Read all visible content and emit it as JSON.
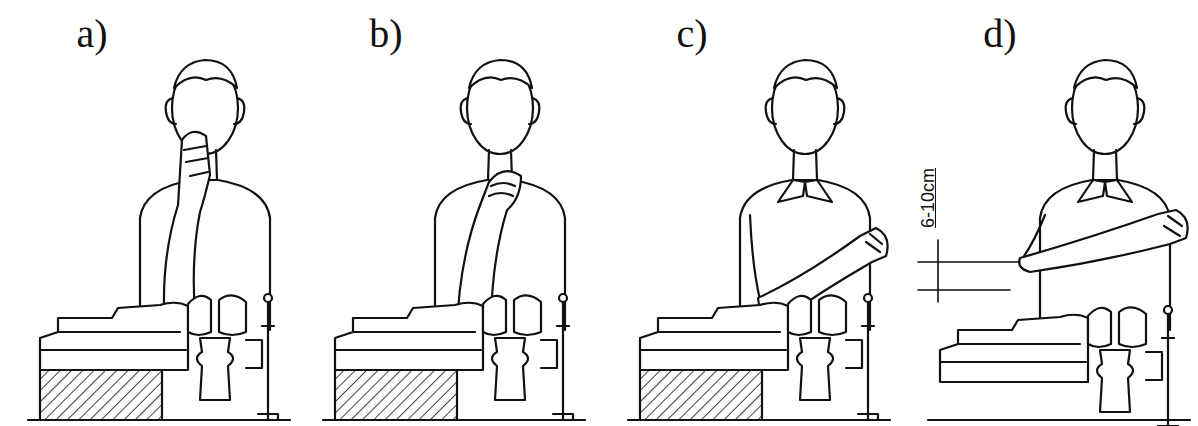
{
  "diagram": {
    "labels": [
      "a)",
      "b)",
      "c)",
      "d)",
      "6-10cm"
    ]
  }
}
